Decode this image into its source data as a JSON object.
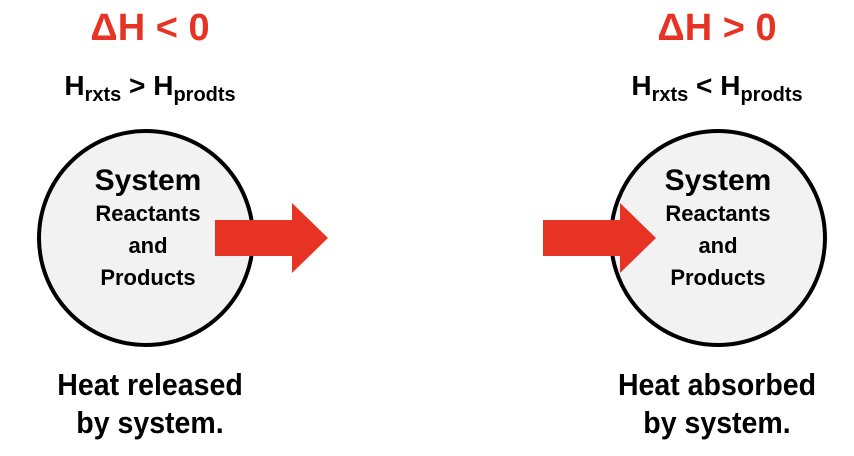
{
  "colors": {
    "accent_red": "#e63323",
    "circle_fill": "#f2f2f2",
    "stroke": "#000000"
  },
  "exothermic": {
    "delta_h": "ΔH < 0",
    "h_left": "H",
    "h_left_sub": "rxts",
    "relation": " > ",
    "h_right": "H",
    "h_right_sub": "prodts",
    "circle": {
      "title": "System",
      "line1": "Reactants",
      "line2": "and",
      "line3": "Products"
    },
    "arrow_direction": "out-of-system",
    "caption_line1": "Heat released",
    "caption_line2": "by system."
  },
  "endothermic": {
    "delta_h": "ΔH > 0",
    "h_left": "H",
    "h_left_sub": "rxts",
    "relation": " < ",
    "h_right": "H",
    "h_right_sub": "prodts",
    "circle": {
      "title": "System",
      "line1": "Reactants",
      "line2": "and",
      "line3": "Products"
    },
    "arrow_direction": "into-system",
    "caption_line1": "Heat absorbed",
    "caption_line2": "by system."
  }
}
